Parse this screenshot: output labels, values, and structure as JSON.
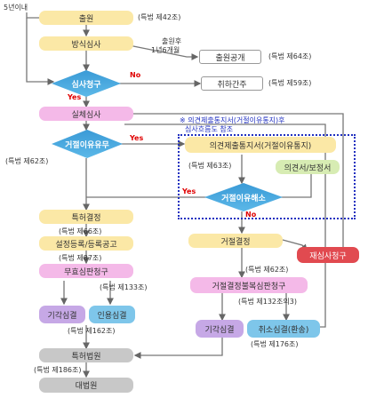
{
  "top_note": "5년이내",
  "nodes": {
    "application": "출원",
    "formality_exam": "방식심사",
    "publication": "출원공개",
    "exam_request": "심사청구",
    "withdrawal": "취하간주",
    "substantive_exam": "실체심사",
    "rejection_reason": "거절이유유무",
    "opinion_notice": "의견제출통지서(거절이유통지)",
    "opinion_written": "의견서/보정서",
    "rejection_removed": "거절이유해소",
    "grant": "특허결정",
    "registration": "설정등록/등록공고",
    "invalidation": "무효심판청구",
    "dismissal_1": "기각심결",
    "citation": "인용심결",
    "patent_court": "특허법원",
    "supreme_court": "대법원",
    "refusal": "거절결정",
    "reexam": "재심사청구",
    "refusal_appeal": "거절결정불복심판청구",
    "dismissal_2": "기각심결",
    "cancel_decision": "취소심결(환송)"
  },
  "labels": {
    "art42": "(특법 제42조)",
    "after_18m_1": "출원후",
    "after_18m_2": "1년6개월",
    "art64": "(특법 제64조)",
    "art59": "(특법 제59조)",
    "art62a": "(특법 제62조)",
    "art63": "(특법 제63조)",
    "art66": "(특법 제66조)",
    "art87": "(특법 제87조)",
    "art133": "(특법 제133조)",
    "art162": "(특법 제162조)",
    "art186": "(특법 제186조)",
    "art62b": "(특법 제62조)",
    "art132": "(특법 제132조의3)",
    "art176": "(특법 제176조)",
    "yes": "Yes",
    "no": "No"
  },
  "note": {
    "line1": "※ 의견제출통지서(거절이유통지)후",
    "line2": "심사흐름도 참조"
  },
  "colors": {
    "yellow": "#fbe8a6",
    "pink": "#f4b9e8",
    "purple": "#c6a8e6",
    "gray": "#c8c8c8",
    "blue_box": "#7ec6ea",
    "diamond": "#3a9ad6",
    "red": "#e14a50",
    "dashed": "#2030c0"
  }
}
